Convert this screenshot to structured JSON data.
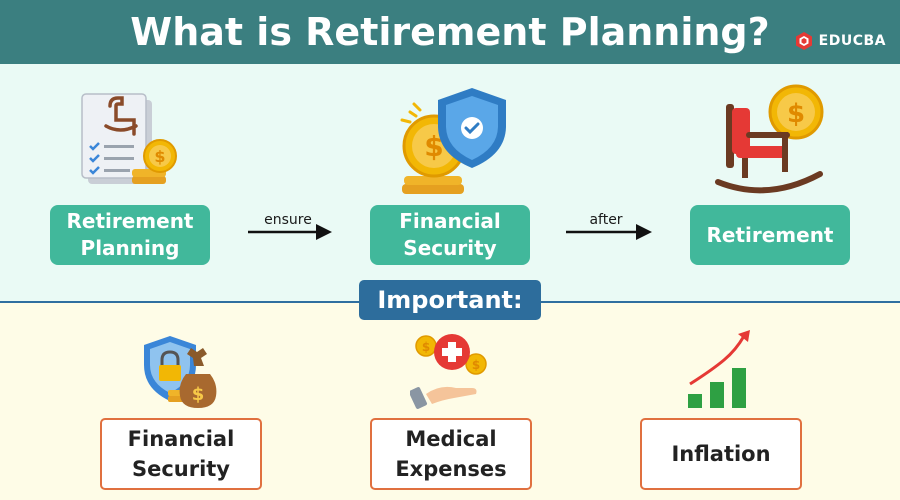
{
  "title": "What is Retirement Planning?",
  "brand": {
    "name": "EDUCBA",
    "logo_icon": "educba-logo-icon",
    "logo_color": "#e53935"
  },
  "flow": {
    "steps": [
      {
        "line1": "Retirement",
        "line2": "Planning",
        "icon": "retirement-plan-document-icon"
      },
      {
        "line1": "Financial",
        "line2": "Security",
        "icon": "coin-shield-icon"
      },
      {
        "line1": "Retirement",
        "line2": "",
        "icon": "rocking-chair-icon"
      }
    ],
    "connectors": [
      {
        "label": "ensure"
      },
      {
        "label": "after"
      }
    ]
  },
  "important": {
    "label": "Important:",
    "items": [
      {
        "line1": "Financial",
        "line2": "Security",
        "icon": "lock-shield-money-bag-icon"
      },
      {
        "line1": "Medical",
        "line2": "Expenses",
        "icon": "medical-cost-hand-icon"
      },
      {
        "line1": "Inflation",
        "line2": "",
        "icon": "rising-bar-chart-icon"
      }
    ]
  },
  "colors": {
    "header": "#3b7f80",
    "flow_box": "#41b89b",
    "important_badge": "#2d6d9c",
    "item_border": "#e0703f",
    "top_panel": "#eafaf5",
    "bottom_panel": "#fefce7"
  }
}
